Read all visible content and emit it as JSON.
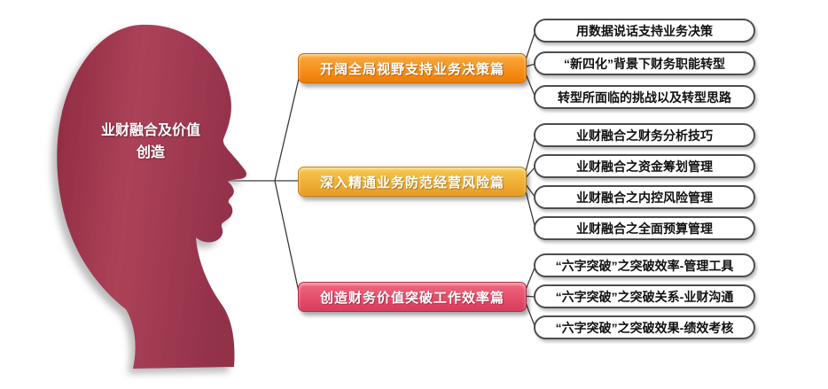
{
  "diagram": {
    "center_label_line1": "业财融合及价值",
    "center_label_line2": "创造",
    "branches": [
      {
        "label": "开阔全局视野支持业务决策篇",
        "items": [
          "用数据说话支持业务决策",
          "“新四化”背景下财务职能转型",
          "转型所面临的挑战以及转型思路"
        ]
      },
      {
        "label": "深入精通业务防范经营风险篇",
        "items": [
          "业财融合之财务分析技巧",
          "业财融合之资金筹划管理",
          "业财融合之内控风险管理",
          "业财融合之全面预算管理"
        ]
      },
      {
        "label": "创造财务价值突破工作效率篇",
        "items": [
          "“六字突破”之突破效率-管理工具",
          "“六字突破”之突破关系-业财沟通",
          "“六字突破”之突破效果-绩效考核"
        ]
      }
    ],
    "colors": {
      "head": "#9d3049",
      "branch_1": "#f6921e",
      "branch_2": "#eeae35",
      "branch_3": "#e54d6b",
      "sub_border": "#4d4d4d",
      "connector": "#3a3a3a"
    }
  }
}
